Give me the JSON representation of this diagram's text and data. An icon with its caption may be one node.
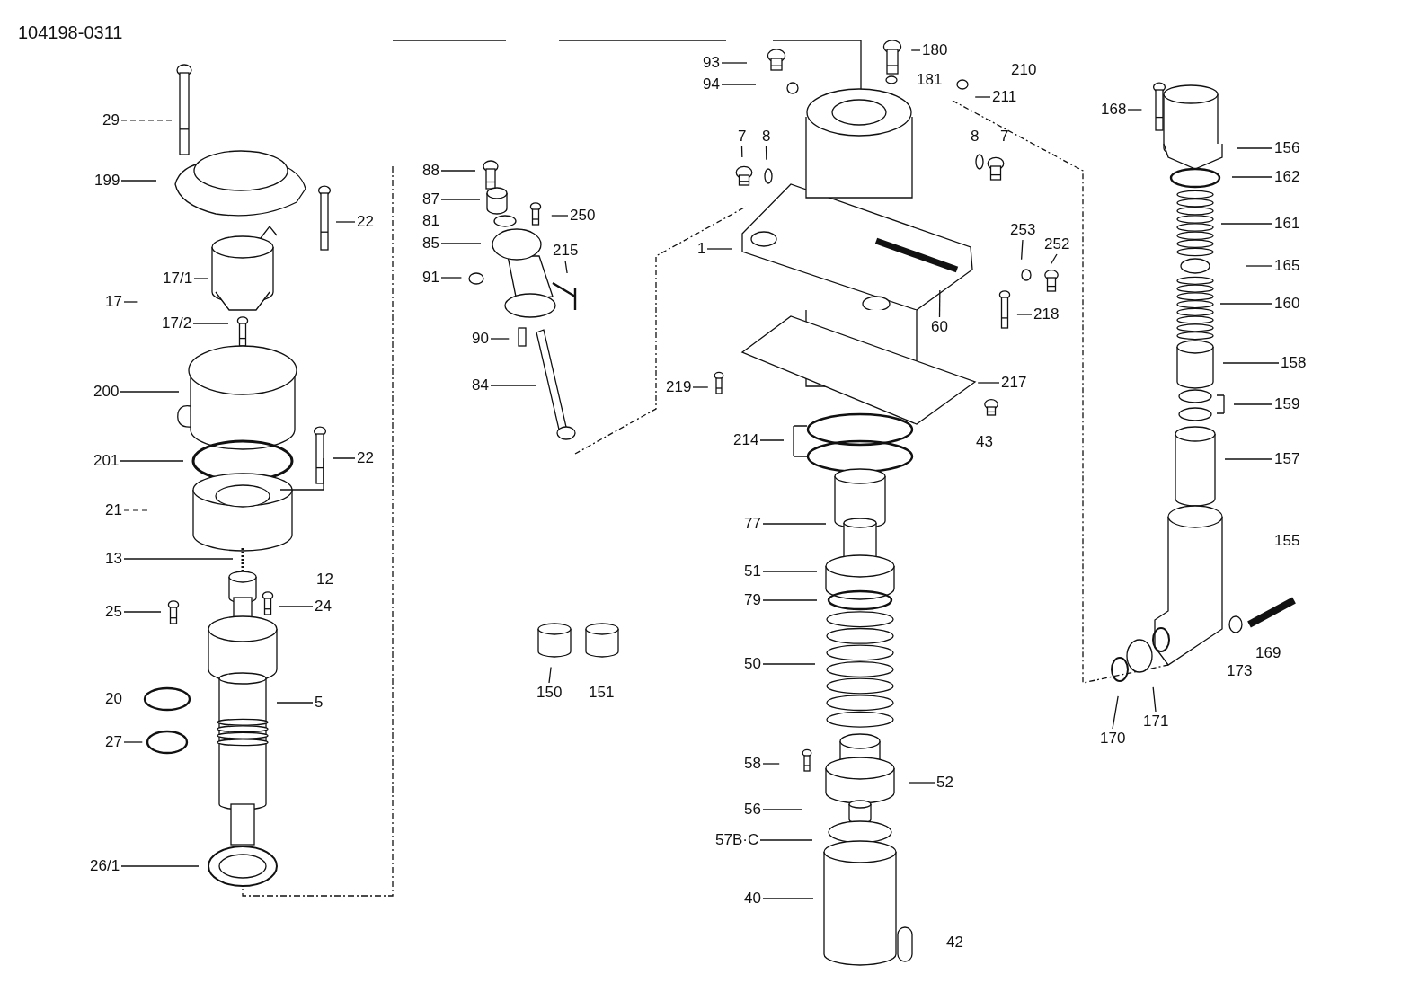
{
  "diagram": {
    "nodes": [
      {
        "text": [
          "29"
        ]
      },
      {
        "text": [
          "199"
        ]
      },
      {
        "text": [
          "22"
        ]
      },
      {
        "text": [
          "17/1"
        ]
      },
      {
        "text": [
          "17"
        ]
      },
      {
        "text": [
          "17/2"
        ]
      },
      {
        "text": [
          "200"
        ]
      },
      {
        "text": [
          "201"
        ]
      },
      {
        "text": [
          "22"
        ]
      },
      {
        "text": [
          "21"
        ]
      },
      {
        "text": [
          "13"
        ]
      },
      {
        "text": [
          "25"
        ]
      },
      {
        "text": [
          "24"
        ]
      },
      {
        "text": [
          "5"
        ]
      },
      {
        "text": [
          "27"
        ]
      },
      {
        "text": [
          "26/1"
        ]
      },
      {
        "text": [
          "88"
        ]
      },
      {
        "text": [
          "87"
        ]
      },
      {
        "text": [
          "250"
        ]
      },
      {
        "text": [
          "85"
        ]
      },
      {
        "text": [
          "215"
        ]
      },
      {
        "text": [
          "91"
        ]
      },
      {
        "text": [
          "90"
        ]
      },
      {
        "text": [
          "84"
        ]
      },
      {
        "text": [
          "150"
        ]
      },
      {
        "text": [
          "93"
        ]
      },
      {
        "text": [
          "94"
        ]
      },
      {
        "text": [
          "7"
        ]
      },
      {
        "text": [
          "8"
        ]
      },
      {
        "text": [
          "180"
        ]
      },
      {
        "text": [
          "211"
        ]
      },
      {
        "text": [
          "1"
        ]
      },
      {
        "text": [
          "60"
        ]
      },
      {
        "text": [
          "253"
        ]
      },
      {
        "text": [
          "252"
        ]
      },
      {
        "text": [
          "218"
        ]
      },
      {
        "text": [
          "219"
        ]
      },
      {
        "text": [
          "217"
        ]
      },
      {
        "text": [
          "214"
        ]
      },
      {
        "text": [
          "77"
        ]
      },
      {
        "text": [
          "51"
        ]
      },
      {
        "text": [
          "79"
        ]
      },
      {
        "text": [
          "50"
        ]
      },
      {
        "text": [
          "58"
        ]
      },
      {
        "text": [
          "52"
        ]
      },
      {
        "text": [
          "56"
        ]
      },
      {
        "text": [
          "57B·C"
        ]
      },
      {
        "text": [
          "40"
        ]
      },
      {
        "text": [
          "168"
        ]
      },
      {
        "text": [
          "156"
        ]
      },
      {
        "text": [
          "162"
        ]
      },
      {
        "text": [
          "161"
        ]
      },
      {
        "text": [
          "165"
        ]
      },
      {
        "text": [
          "160"
        ]
      },
      {
        "text": [
          "158"
        ]
      },
      {
        "text": [
          "159"
        ]
      },
      {
        "text": [
          "157"
        ]
      },
      {
        "text": [
          "170"
        ]
      },
      {
        "text": [
          "171"
        ]
      }
    ],
    "edges": [
      {
        "from": 0,
        "to": null,
        "arrow": "none",
        "style": "dashed"
      },
      {
        "from": 1,
        "to": null,
        "arrow": "none"
      },
      {
        "from": 2,
        "to": null,
        "arrow": "none"
      },
      {
        "from": 3,
        "to": null,
        "arrow": "none"
      },
      {
        "from": 4,
        "to": null,
        "arrow": "none"
      },
      {
        "from": 5,
        "to": null,
        "arrow": "none"
      },
      {
        "from": 6,
        "to": null,
        "arrow": "none"
      },
      {
        "from": 7,
        "to": null,
        "arrow": "none"
      },
      {
        "from": 8,
        "to": null,
        "arrow": "none"
      },
      {
        "from": 9,
        "to": null,
        "arrow": "none",
        "style": "dashed"
      },
      {
        "from": 10,
        "to": null,
        "arrow": "none"
      },
      {
        "from": 11,
        "to": null,
        "arrow": "none"
      },
      {
        "from": 12,
        "to": null,
        "arrow": "none"
      },
      {
        "from": 13,
        "to": null,
        "arrow": "none"
      },
      {
        "from": 14,
        "to": null,
        "arrow": "none"
      },
      {
        "from": 15,
        "to": null,
        "arrow": "none"
      },
      {
        "from": 16,
        "to": null,
        "arrow": "none"
      },
      {
        "from": 17,
        "to": null,
        "arrow": "none"
      },
      {
        "from": 18,
        "to": null,
        "arrow": "none"
      },
      {
        "from": 19,
        "to": null,
        "arrow": "none"
      },
      {
        "from": 20,
        "to": null,
        "arrow": "none"
      },
      {
        "from": 21,
        "to": null,
        "arrow": "none"
      },
      {
        "from": 22,
        "to": null,
        "arrow": "none"
      },
      {
        "from": 23,
        "to": null,
        "arrow": "none"
      },
      {
        "from": 24,
        "to": null,
        "arrow": "none"
      },
      {
        "from": 25,
        "to": null,
        "arrow": "none"
      },
      {
        "from": 26,
        "to": null,
        "arrow": "none"
      },
      {
        "from": 27,
        "to": null,
        "arrow": "none"
      },
      {
        "from": 28,
        "to": null,
        "arrow": "none"
      },
      {
        "from": 29,
        "to": null,
        "arrow": "none"
      },
      {
        "from": 30,
        "to": null,
        "arrow": "none"
      },
      {
        "from": 31,
        "to": null,
        "arrow": "none"
      },
      {
        "from": 32,
        "to": null,
        "arrow": "none"
      },
      {
        "from": 33,
        "to": null,
        "arrow": "none"
      },
      {
        "from": 34,
        "to": null,
        "arrow": "none"
      },
      {
        "from": 35,
        "to": null,
        "arrow": "none"
      },
      {
        "from": 36,
        "to": null,
        "arrow": "none"
      },
      {
        "from": 37,
        "to": null,
        "arrow": "none"
      },
      {
        "from": 38,
        "to": null,
        "arrow": "none"
      },
      {
        "from": 39,
        "to": null,
        "arrow": "none"
      },
      {
        "from": 40,
        "to": null,
        "arrow": "none"
      },
      {
        "from": 41,
        "to": null,
        "arrow": "none"
      },
      {
        "from": 42,
        "to": null,
        "arrow": "none"
      },
      {
        "from": 43,
        "to": null,
        "arrow": "none"
      },
      {
        "from": 44,
        "to": null,
        "arrow": "none"
      },
      {
        "from": 45,
        "to": null,
        "arrow": "none"
      },
      {
        "from": 46,
        "to": null,
        "arrow": "none"
      },
      {
        "from": 47,
        "to": null,
        "arrow": "none"
      },
      {
        "from": 48,
        "to": null,
        "arrow": "none"
      },
      {
        "from": 49,
        "to": null,
        "arrow": "none"
      },
      {
        "from": 50,
        "to": null,
        "arrow": "none"
      },
      {
        "from": 51,
        "to": null,
        "arrow": "none"
      },
      {
        "from": 52,
        "to": null,
        "arrow": "none"
      },
      {
        "from": 53,
        "to": null,
        "arrow": "none"
      },
      {
        "from": 54,
        "to": null,
        "arrow": "none"
      },
      {
        "from": 55,
        "to": null,
        "arrow": "none"
      },
      {
        "from": 56,
        "to": null,
        "arrow": "none"
      },
      {
        "from": 57,
        "to": null,
        "arrow": "none"
      },
      {
        "from": 58,
        "to": null,
        "arrow": "none"
      }
    ],
    "labels": [
      "104198-0311",
      "181",
      "210",
      "8",
      "7",
      "81",
      "12",
      "20",
      "43",
      "155",
      "151",
      "169",
      "173",
      "42"
    ]
  }
}
